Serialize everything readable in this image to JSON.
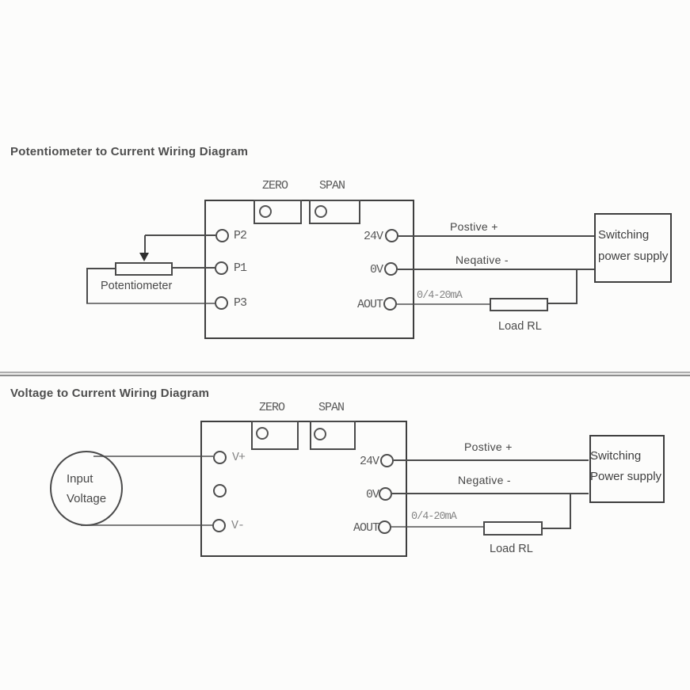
{
  "diagram1": {
    "title": "Potentiometer to Current Wiring Diagram",
    "zero_label": "ZERO",
    "span_label": "SPAN",
    "terminals_left": {
      "t1": "P2",
      "t2": "P1",
      "t3": "P3"
    },
    "terminals_right": {
      "power": "24V",
      "ground": "0V",
      "output": "AOUT"
    },
    "source_label": "Potentiometer",
    "wire_positive": "Postive +",
    "wire_negative": "Neqative -",
    "wire_current": "0/4-20mA",
    "load_label": "Load RL",
    "psu_line1": "Switching",
    "psu_line2": "power supply"
  },
  "diagram2": {
    "title": "Voltage to Current Wiring Diagram",
    "zero_label": "ZERO",
    "span_label": "SPAN",
    "terminals_left": {
      "t1": "V+",
      "t3": "V-"
    },
    "terminals_right": {
      "power": "24V",
      "ground": "0V",
      "output": "AOUT"
    },
    "source_line1": "Input",
    "source_line2": "Voltage",
    "wire_positive": "Postive +",
    "wire_negative": "Negative -",
    "wire_current": "0/4-20mA",
    "load_label": "Load RL",
    "psu_line1": "Switching",
    "psu_line2": "Power supply"
  }
}
